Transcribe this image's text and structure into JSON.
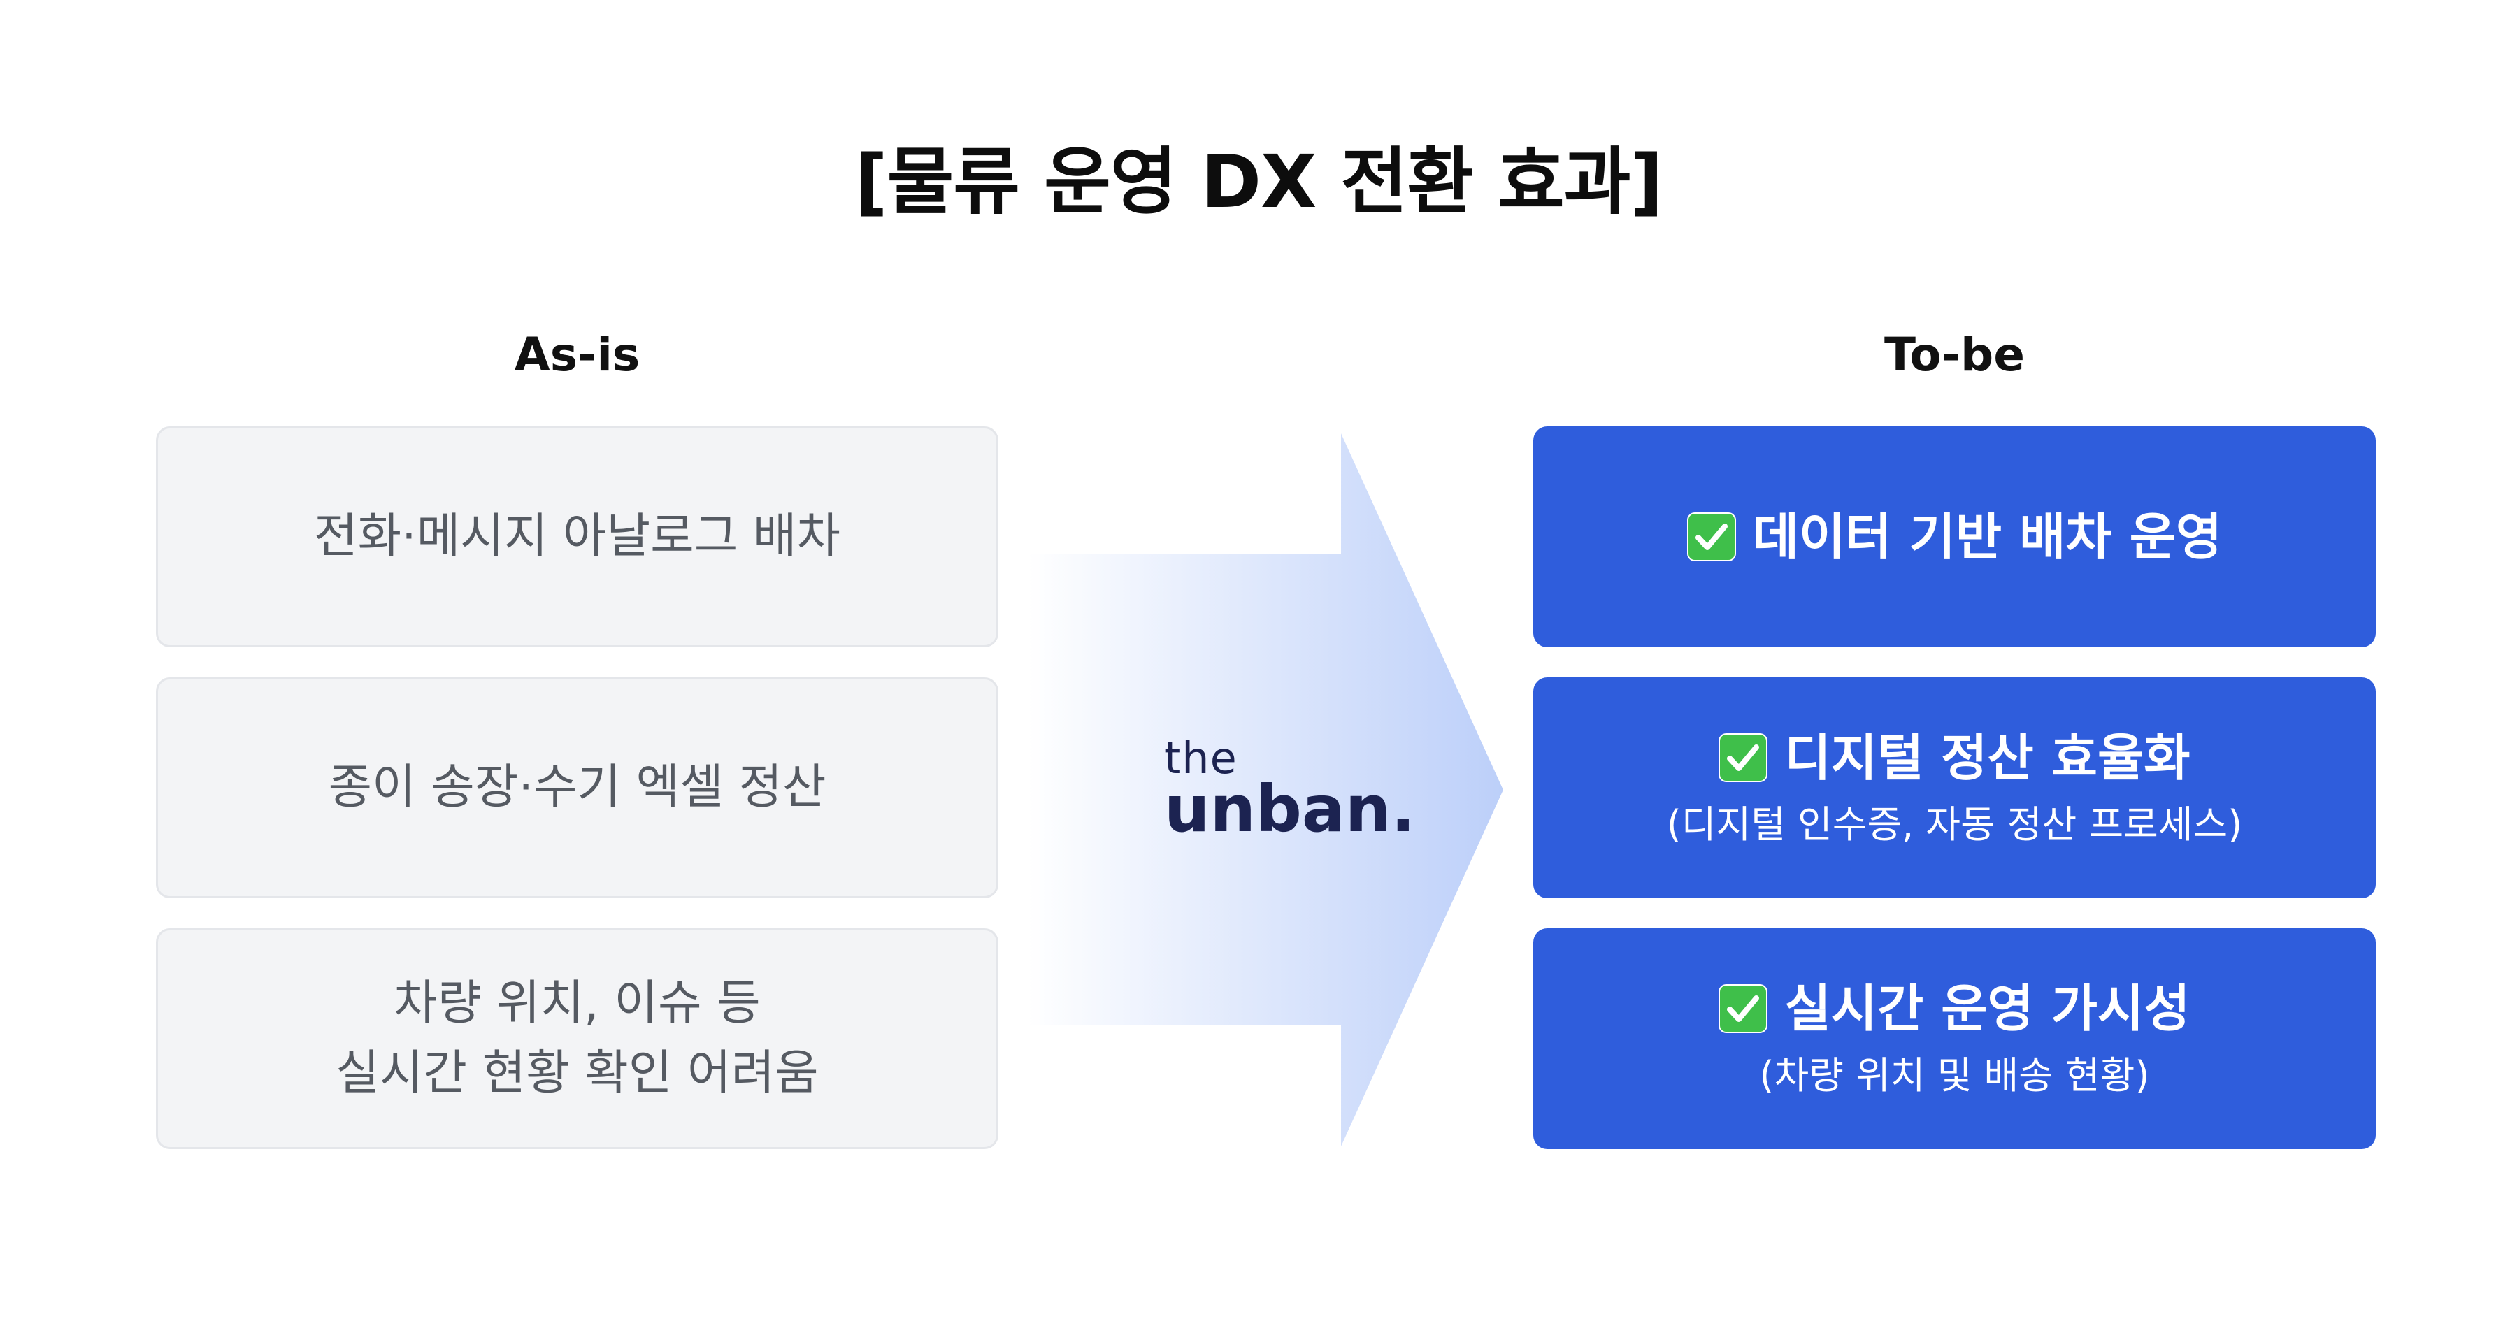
{
  "title": "[물류 운영 DX 전환 효과]",
  "columns": {
    "left_heading": "As-is",
    "right_heading": "To-be"
  },
  "as_is": [
    {
      "lines": [
        "전화·메시지 아날로그 배차"
      ]
    },
    {
      "lines": [
        "종이 송장·수기 엑셀 정산"
      ]
    },
    {
      "lines": [
        "차량 위치, 이슈 등",
        "실시간 현황 확인 어려움"
      ]
    }
  ],
  "to_be": [
    {
      "title": "데이터 기반 배차 운영",
      "subtitle": ""
    },
    {
      "title": "디지털 정산 효율화",
      "subtitle": "(디지털 인수증, 자동 정산 프로세스)"
    },
    {
      "title": "실시간 운영 가시성",
      "subtitle": "(차량 위치 및 배송 현황)"
    }
  ],
  "logo": {
    "line1": "the",
    "line2": "unban."
  },
  "icons": {
    "check": "check-mark-button-icon",
    "arrow": "right-arrow-icon"
  },
  "colors": {
    "tobe_bg": "#2f5ddc",
    "asis_bg": "#f3f4f6",
    "check_green": "#3fbf4a",
    "arrow_start": "#ffffff",
    "arrow_end": "#c2d3fb",
    "logo": "#1c2351"
  }
}
